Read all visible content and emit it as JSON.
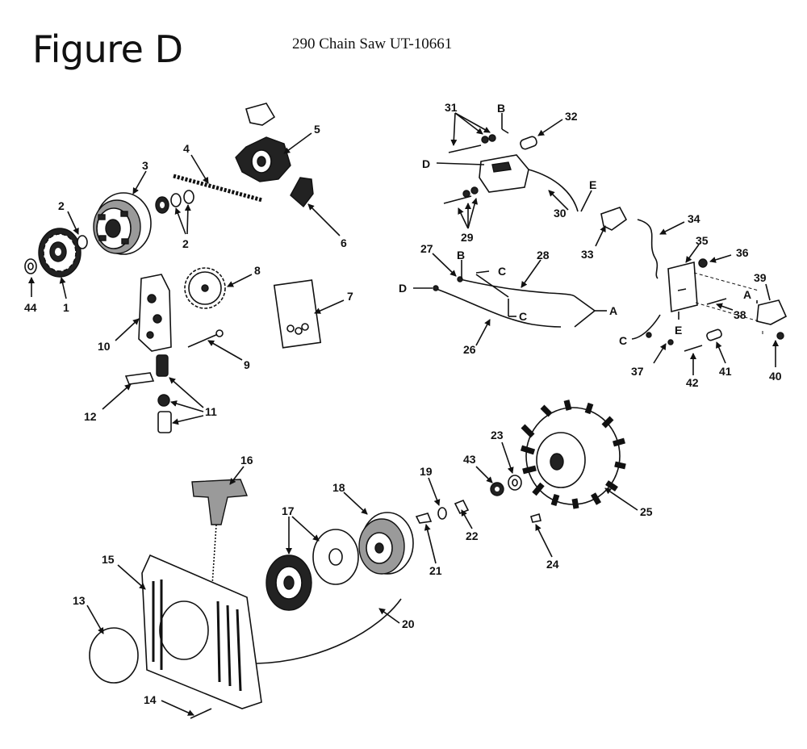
{
  "title": "Figure D",
  "subtitle": "290 Chain Saw UT-10661",
  "callouts": [
    {
      "id": "c44",
      "text": "44"
    },
    {
      "id": "c1",
      "text": "1"
    },
    {
      "id": "c2a",
      "text": "2"
    },
    {
      "id": "c3",
      "text": "3"
    },
    {
      "id": "c2b",
      "text": "2"
    },
    {
      "id": "c4",
      "text": "4"
    },
    {
      "id": "c5",
      "text": "5"
    },
    {
      "id": "c6",
      "text": "6"
    },
    {
      "id": "c7",
      "text": "7"
    },
    {
      "id": "c8",
      "text": "8"
    },
    {
      "id": "c9",
      "text": "9"
    },
    {
      "id": "c10",
      "text": "10"
    },
    {
      "id": "c11",
      "text": "11"
    },
    {
      "id": "c12",
      "text": "12"
    },
    {
      "id": "c31",
      "text": "31"
    },
    {
      "id": "cB1",
      "text": "B"
    },
    {
      "id": "c32",
      "text": "32"
    },
    {
      "id": "cD1",
      "text": "D"
    },
    {
      "id": "cE1",
      "text": "E"
    },
    {
      "id": "c30",
      "text": "30"
    },
    {
      "id": "c29",
      "text": "29"
    },
    {
      "id": "c33",
      "text": "33"
    },
    {
      "id": "c34",
      "text": "34"
    },
    {
      "id": "c35",
      "text": "35"
    },
    {
      "id": "c36",
      "text": "36"
    },
    {
      "id": "c27",
      "text": "27"
    },
    {
      "id": "cB2",
      "text": "B"
    },
    {
      "id": "cC1",
      "text": "C"
    },
    {
      "id": "c28",
      "text": "28"
    },
    {
      "id": "cD2",
      "text": "D"
    },
    {
      "id": "cC2",
      "text": "C"
    },
    {
      "id": "cA1",
      "text": "A"
    },
    {
      "id": "c26",
      "text": "26"
    },
    {
      "id": "c39",
      "text": "39"
    },
    {
      "id": "cA2",
      "text": "A"
    },
    {
      "id": "c38",
      "text": "38"
    },
    {
      "id": "cE2",
      "text": "E"
    },
    {
      "id": "cC3",
      "text": "C"
    },
    {
      "id": "c37",
      "text": "37"
    },
    {
      "id": "c42",
      "text": "42"
    },
    {
      "id": "c41",
      "text": "41"
    },
    {
      "id": "c40",
      "text": "40"
    },
    {
      "id": "c16",
      "text": "16"
    },
    {
      "id": "c15",
      "text": "15"
    },
    {
      "id": "c13",
      "text": "13"
    },
    {
      "id": "c14",
      "text": "14"
    },
    {
      "id": "c17",
      "text": "17"
    },
    {
      "id": "c18",
      "text": "18"
    },
    {
      "id": "c19",
      "text": "19"
    },
    {
      "id": "c20",
      "text": "20"
    },
    {
      "id": "c21",
      "text": "21"
    },
    {
      "id": "c22",
      "text": "22"
    },
    {
      "id": "c43",
      "text": "43"
    },
    {
      "id": "c23",
      "text": "23"
    },
    {
      "id": "c24",
      "text": "24"
    },
    {
      "id": "c25",
      "text": "25"
    }
  ]
}
